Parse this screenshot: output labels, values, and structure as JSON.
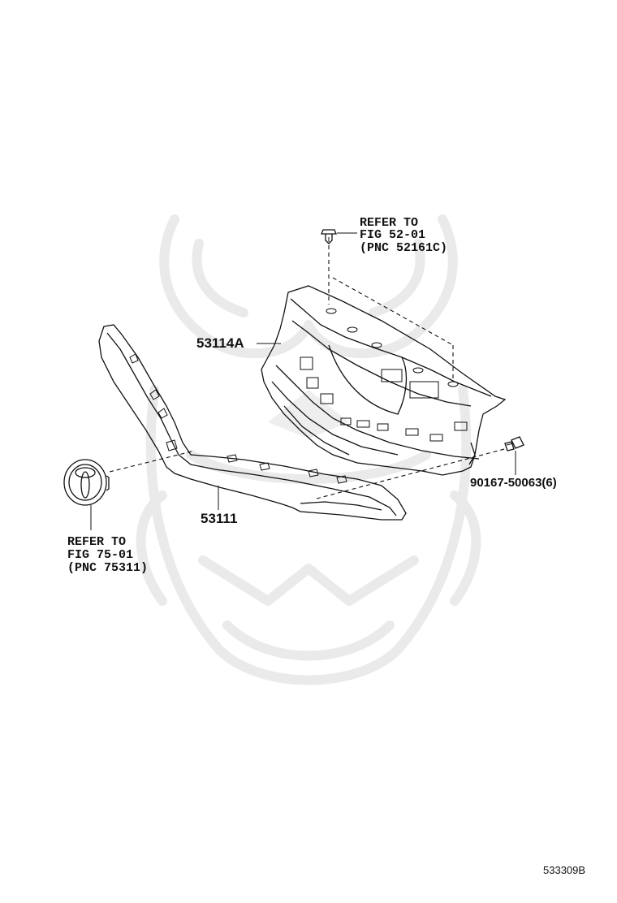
{
  "callouts": {
    "clip_ref": {
      "line1": "REFER TO",
      "line2": "FIG 52-01",
      "line3": "(PNC 52161C)"
    },
    "emblem_ref": {
      "line1": "REFER TO",
      "line2": "FIG 75-01",
      "line3": "(PNC 75311)"
    }
  },
  "parts": {
    "bracket": "53114A",
    "grille_molding": "53111",
    "screw": "90167-50063(6)"
  },
  "illustration_code": "533309B",
  "watermark": "samurai-helmet-logo"
}
